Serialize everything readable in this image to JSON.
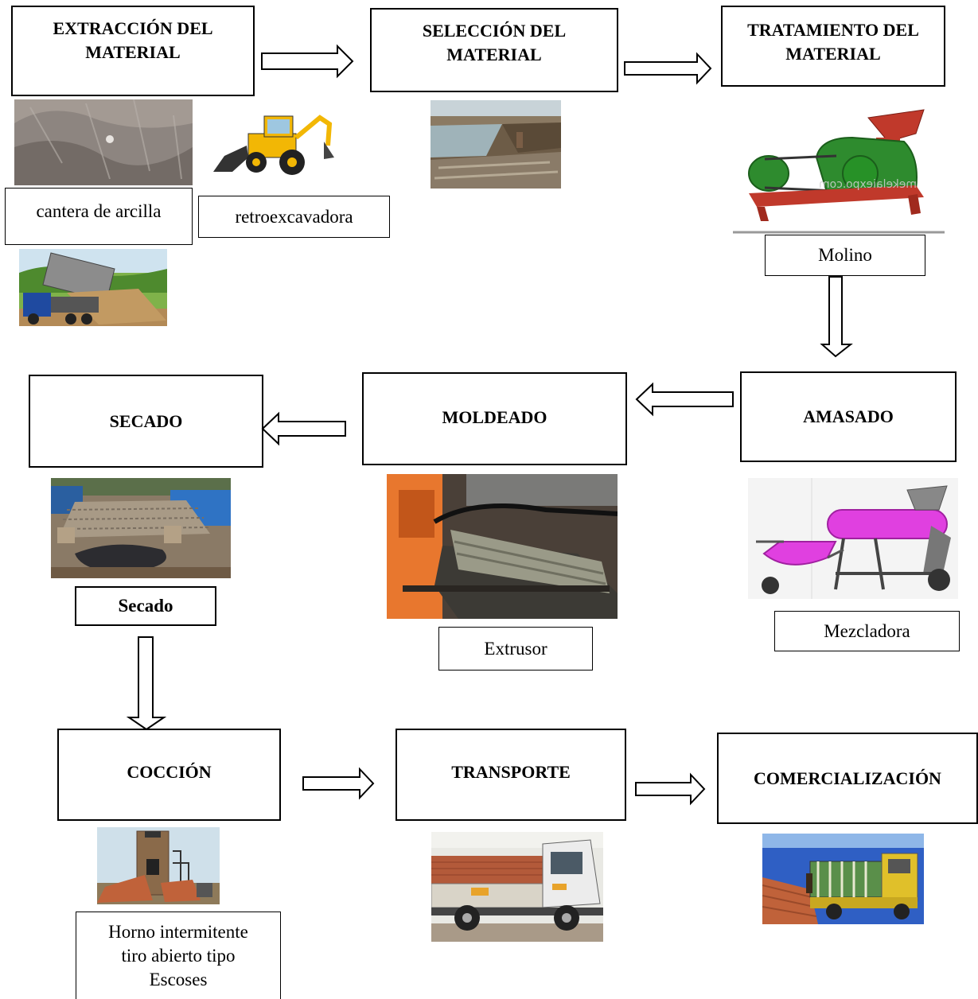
{
  "stages": {
    "extraccion": "EXTRACCIÓN DEL MATERIAL",
    "seleccion": "SELECCIÓN DEL MATERIAL",
    "tratamiento": "TRATAMIENTO DEL MATERIAL",
    "amasado": "AMASADO",
    "moldeado": "MOLDEADO",
    "secado": "SECADO",
    "coccion": "COCCIÓN",
    "transporte": "TRANSPORTE",
    "comercializacion": "COMERCIALIZACIÓN"
  },
  "labels": {
    "cantera": "cantera de arcilla",
    "retro": "retroexcavadora",
    "molino": "Molino",
    "mezcladora": "Mezcladora",
    "extrusor": "Extrusor",
    "secado": "Secado",
    "horno": "Horno intermitente tiro abierto tipo Escoses"
  },
  "watermark": "mekelaiexpo.com",
  "colors": {
    "border": "#000000",
    "molino_green": "#2e8b2e",
    "molino_red": "#c0392b",
    "mezcladora_magenta": "#e040e0",
    "backhoe_yellow": "#f2b705",
    "brick": "#c0623a"
  }
}
